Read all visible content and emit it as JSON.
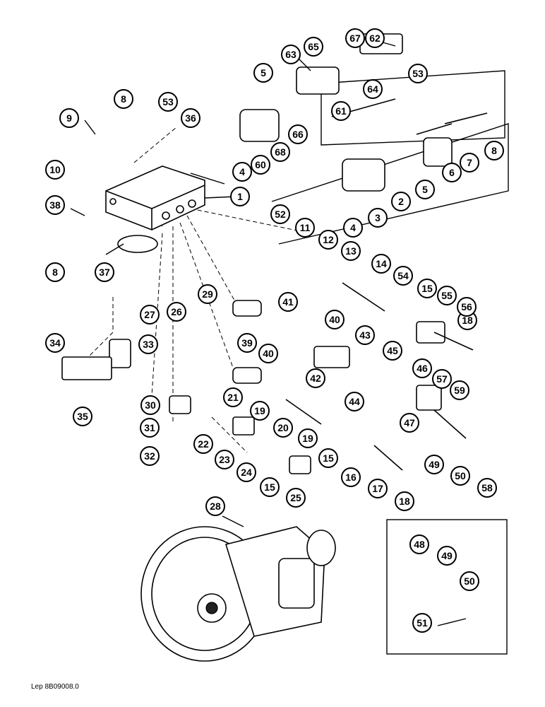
{
  "footer": {
    "reference": "Lep 8B09008.0"
  },
  "callouts": [
    "1",
    "2",
    "3",
    "4",
    "4",
    "5",
    "5",
    "6",
    "7",
    "8",
    "8",
    "8",
    "9",
    "10",
    "11",
    "12",
    "13",
    "14",
    "15",
    "15",
    "15",
    "16",
    "17",
    "18",
    "18",
    "19",
    "19",
    "20",
    "21",
    "22",
    "23",
    "24",
    "25",
    "26",
    "27",
    "28",
    "29",
    "30",
    "31",
    "32",
    "33",
    "34",
    "35",
    "36",
    "37",
    "38",
    "39",
    "40",
    "40",
    "41",
    "42",
    "43",
    "44",
    "45",
    "46",
    "47",
    "48",
    "49",
    "49",
    "50",
    "50",
    "51",
    "52",
    "53",
    "53",
    "54",
    "55",
    "56",
    "57",
    "58",
    "59",
    "60",
    "61",
    "62",
    "63",
    "64",
    "65",
    "66",
    "67",
    "68"
  ]
}
